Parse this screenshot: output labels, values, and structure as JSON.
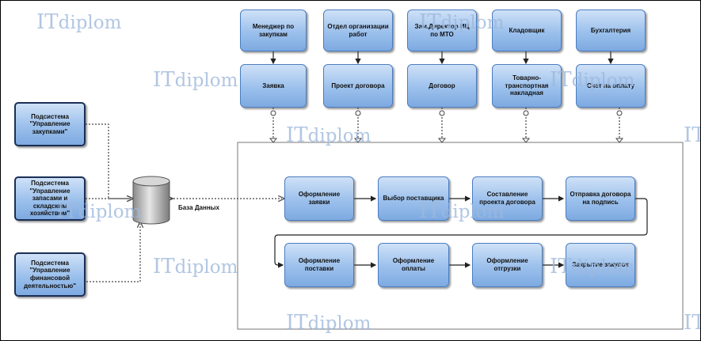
{
  "watermark": {
    "it": "IT",
    "diplom": "diplom"
  },
  "roles": [
    {
      "label": "Менеджер по закупкам"
    },
    {
      "label": "Отдел организации работ"
    },
    {
      "label": "Зам.Директор ИЦ по МТО"
    },
    {
      "label": "Кладовщик"
    },
    {
      "label": "Бухгалтерия"
    }
  ],
  "documents": [
    {
      "label": "Заявка"
    },
    {
      "label": "Проект договора"
    },
    {
      "label": "Договор"
    },
    {
      "label": "Товарно-транспортная накладная"
    },
    {
      "label": "Счет на оплату"
    }
  ],
  "subsystems": [
    {
      "label": "Подсистема \"Управление закупками\""
    },
    {
      "label": "Подсистема \"Управление запасами и складским хозяйством\""
    },
    {
      "label": "Подсистема \"Управление финансовой деятельностью\""
    }
  ],
  "database": {
    "label": "База Данных"
  },
  "process_steps": [
    {
      "label": "Оформление заявки"
    },
    {
      "label": "Выбор поставщика"
    },
    {
      "label": "Составление проекта договора"
    },
    {
      "label": "Отправка договора на подпись"
    },
    {
      "label": "Оформление поставки"
    },
    {
      "label": "Оформление оплаты"
    },
    {
      "label": "Оформление отгрузки"
    },
    {
      "label": "Закрытие закупок"
    }
  ]
}
